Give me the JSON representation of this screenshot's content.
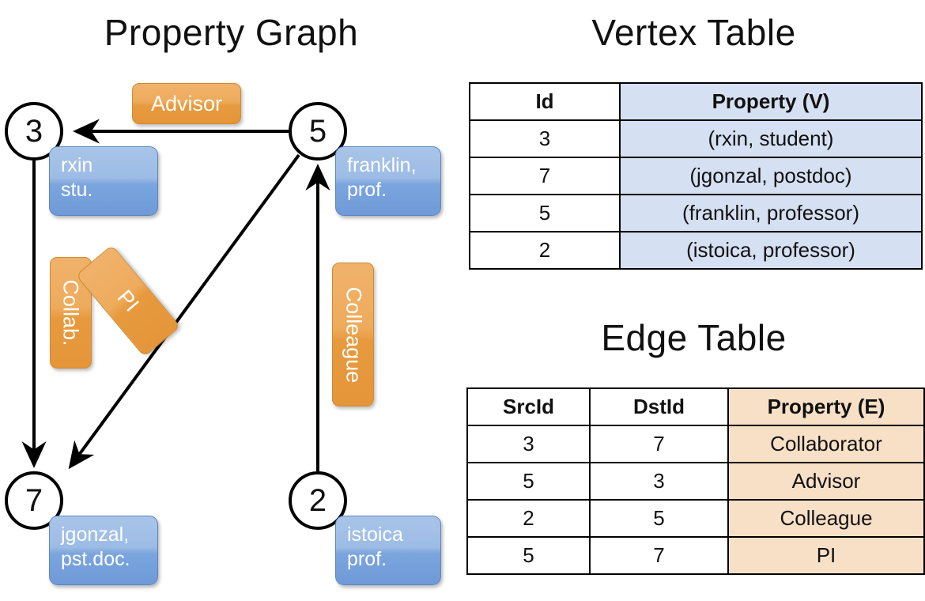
{
  "titles": {
    "graph": "Property Graph",
    "vertex_table": "Vertex Table",
    "edge_table": "Edge Table"
  },
  "graph": {
    "nodes": [
      {
        "id": "3",
        "label": "3",
        "property": "rxin\nstu."
      },
      {
        "id": "5",
        "label": "5",
        "property": "franklin,\nprof."
      },
      {
        "id": "7",
        "label": "7",
        "property": "jgonzal,\npst.doc."
      },
      {
        "id": "2",
        "label": "2",
        "property": "istoica\nprof."
      }
    ],
    "edge_labels": [
      {
        "name": "advisor",
        "text": "Advisor"
      },
      {
        "name": "collaborator",
        "text": "Collab."
      },
      {
        "name": "pi",
        "text": "PI"
      },
      {
        "name": "colleague",
        "text": "Colleague"
      }
    ],
    "edges": [
      {
        "src": "5",
        "dst": "3",
        "label": "Advisor"
      },
      {
        "src": "3",
        "dst": "7",
        "label": "Collab."
      },
      {
        "src": "5",
        "dst": "7",
        "label": "PI"
      },
      {
        "src": "2",
        "dst": "5",
        "label": "Colleague"
      }
    ]
  },
  "vertex_table": {
    "headers": [
      "Id",
      "Property (V)"
    ],
    "rows": [
      {
        "id": "3",
        "property": "(rxin, student)"
      },
      {
        "id": "7",
        "property": "(jgonzal, postdoc)"
      },
      {
        "id": "5",
        "property": "(franklin, professor)"
      },
      {
        "id": "2",
        "property": "(istoica, professor)"
      }
    ]
  },
  "edge_table": {
    "headers": [
      "SrcId",
      "DstId",
      "Property (E)"
    ],
    "rows": [
      {
        "src": "3",
        "dst": "7",
        "property": "Collaborator"
      },
      {
        "src": "5",
        "dst": "3",
        "property": "Advisor"
      },
      {
        "src": "2",
        "dst": "5",
        "property": "Colleague"
      },
      {
        "src": "5",
        "dst": "7",
        "property": "PI"
      }
    ]
  },
  "colors": {
    "vertex_property_cell": "#d5e0f2",
    "edge_property_cell": "#f8e0c7",
    "node_property_box": "#8fb2e2",
    "edge_label_chip": "#eca color",
    "edge_label_chip_hex": "#eca css",
    "chip_orange": "#e89a3c",
    "box_blue": "#7ba5dd"
  }
}
